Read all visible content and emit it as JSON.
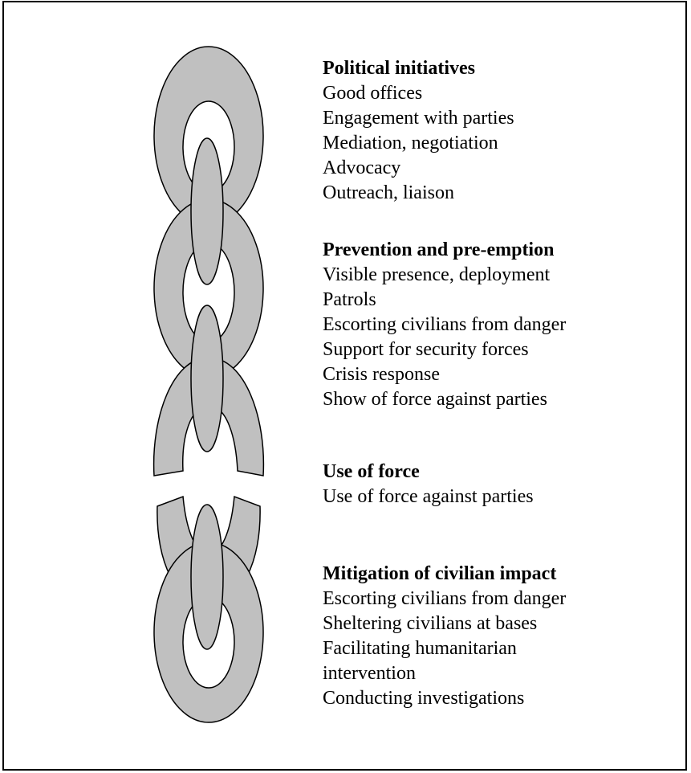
{
  "colors": {
    "link_fill": "#c0c0c0",
    "stroke": "#000000",
    "background": "#ffffff"
  },
  "sections": [
    {
      "title": "Political initiatives",
      "items": [
        "Good offices",
        "Engagement with parties",
        "Mediation, negotiation",
        "Advocacy",
        "Outreach, liaison"
      ]
    },
    {
      "title": "Prevention and pre-emption",
      "items": [
        "Visible presence, deployment",
        "Patrols",
        "Escorting civilians from danger",
        "Support for security forces",
        "Crisis response",
        "Show of force against parties"
      ]
    },
    {
      "title": "Use of force",
      "items": [
        "Use of force against parties"
      ]
    },
    {
      "title": "Mitigation of civilian impact",
      "items": [
        "Escorting civilians from danger",
        "Sheltering civilians at bases",
        "Facilitating humanitarian",
        "intervention",
        "Conducting investigations"
      ]
    }
  ]
}
